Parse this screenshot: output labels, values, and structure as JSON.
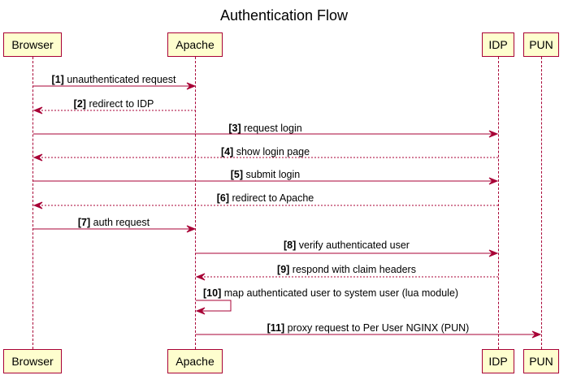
{
  "title": "Authentication Flow",
  "participants": [
    {
      "id": "browser",
      "label": "Browser"
    },
    {
      "id": "apache",
      "label": "Apache"
    },
    {
      "id": "idp",
      "label": "IDP"
    },
    {
      "id": "pun",
      "label": "PUN"
    }
  ],
  "messages": [
    {
      "num": "[1]",
      "text": "unauthenticated request",
      "from": "browser",
      "to": "apache",
      "style": "solid"
    },
    {
      "num": "[2]",
      "text": "redirect to IDP",
      "from": "apache",
      "to": "browser",
      "style": "dashed"
    },
    {
      "num": "[3]",
      "text": "request login",
      "from": "browser",
      "to": "idp",
      "style": "solid"
    },
    {
      "num": "[4]",
      "text": "show login page",
      "from": "idp",
      "to": "browser",
      "style": "dashed"
    },
    {
      "num": "[5]",
      "text": "submit login",
      "from": "browser",
      "to": "idp",
      "style": "solid"
    },
    {
      "num": "[6]",
      "text": "redirect to Apache",
      "from": "idp",
      "to": "browser",
      "style": "dashed"
    },
    {
      "num": "[7]",
      "text": "auth request",
      "from": "browser",
      "to": "apache",
      "style": "solid"
    },
    {
      "num": "[8]",
      "text": "verify authenticated user",
      "from": "apache",
      "to": "idp",
      "style": "solid"
    },
    {
      "num": "[9]",
      "text": "respond with claim headers",
      "from": "idp",
      "to": "apache",
      "style": "dashed"
    },
    {
      "num": "[10]",
      "text": "map authenticated user to system user (lua module)",
      "from": "apache",
      "to": "apache",
      "style": "self"
    },
    {
      "num": "[11]",
      "text": "proxy request to Per User NGINX (PUN)",
      "from": "apache",
      "to": "pun",
      "style": "solid"
    }
  ],
  "colors": {
    "line": "#a80036",
    "box_fill": "#fefece"
  }
}
